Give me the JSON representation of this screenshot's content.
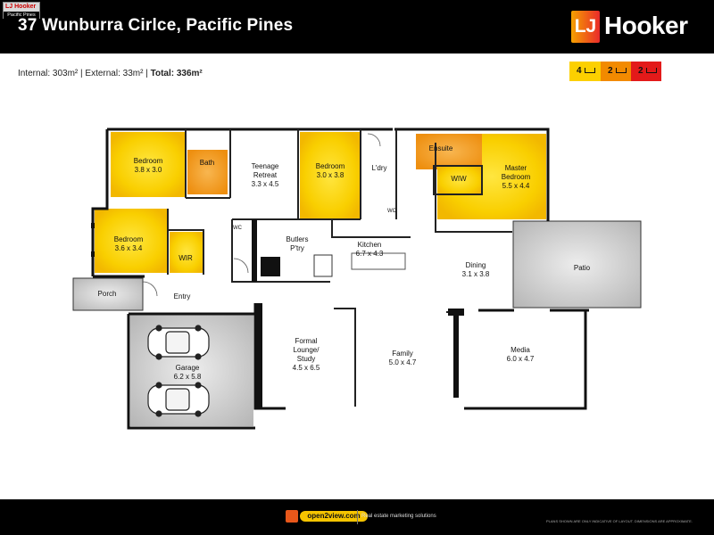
{
  "header": {
    "title": "37 Wunburra Cirlce, Pacific Pines",
    "mini_logo_line1": "LJ Hooker",
    "mini_logo_line2": "Pacific Pines",
    "brand_mark": "LJ",
    "brand_name": "Hooker"
  },
  "area": {
    "internal": "Internal:  303m² | External:   33m² |",
    "total": "Total: 336m²"
  },
  "features": {
    "bedrooms": "4",
    "bathrooms": "2",
    "cars": "2",
    "bed_icon": "bed-icon",
    "bath_icon": "bath-icon",
    "car_icon": "car-icon",
    "colors": {
      "bed": "#fcd000",
      "bath": "#f28a00",
      "car": "#e31a1a"
    }
  },
  "rooms": {
    "bedroom1": {
      "name": "Bedroom",
      "size": "3.8 x 3.0"
    },
    "bath": {
      "name": "Bath"
    },
    "teenage_retreat": {
      "line1": "Teenage",
      "line2": "Retreat",
      "size": "3.3 x 4.5"
    },
    "bedroom2": {
      "name": "Bedroom",
      "size": "3.0 x 3.8"
    },
    "laundry": {
      "name": "L'dry"
    },
    "ensuite": {
      "name": "Ensuite"
    },
    "wiw": {
      "name": "WIW"
    },
    "master": {
      "line1": "Master",
      "line2": "Bedroom",
      "size": "5.5 x 4.4"
    },
    "bedroom3": {
      "name": "Bedroom",
      "size": "3.6 x 3.4"
    },
    "wir": {
      "name": "WIR"
    },
    "wc1": {
      "name": "WC"
    },
    "wc2": {
      "name": "WC"
    },
    "butlers": {
      "line1": "Butlers",
      "line2": "P'try"
    },
    "kitchen": {
      "name": "Kitchen",
      "size": "6.7 x 4.3"
    },
    "dining": {
      "name": "Dining",
      "size": "3.1 x 3.8"
    },
    "patio": {
      "name": "Patio"
    },
    "porch": {
      "name": "Porch"
    },
    "entry": {
      "name": "Entry"
    },
    "garage": {
      "name": "Garage",
      "size": "6.2 x 5.8"
    },
    "formal": {
      "line1": "Formal",
      "line2": "Lounge/",
      "line3": "Study",
      "size": "4.5 x 6.5"
    },
    "family": {
      "name": "Family",
      "size": "5.0 x 4.7"
    },
    "media": {
      "name": "Media",
      "size": "6.0 x 4.7"
    }
  },
  "footer": {
    "brand": "open2view.com",
    "tagline": "Real estate marketing solutions",
    "disclaimer": "PLANS SHOWN ARE ONLY INDICATIVE OF LAYOUT. DIMENSIONS ARE APPROXIMATE."
  }
}
